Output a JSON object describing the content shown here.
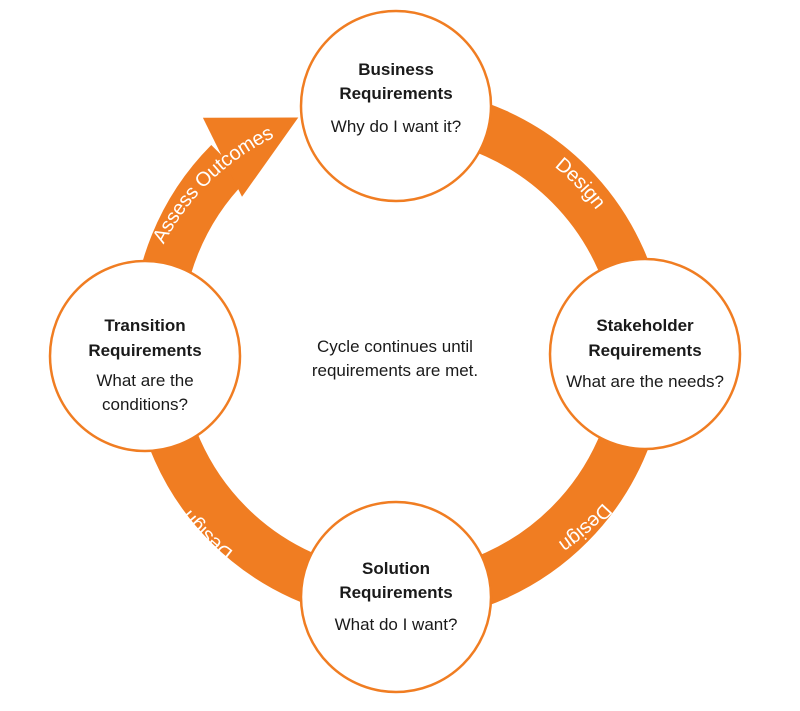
{
  "colors": {
    "ring": "#F07D22",
    "circle_stroke": "#F07D22",
    "circle_fill": "#FFFFFF",
    "text": "#1A1A1A",
    "arc_text": "#FFFFFF"
  },
  "nodes": {
    "business": {
      "title_line1": "Business",
      "title_line2": "Requirements",
      "sub_line1": "Why do I want it?"
    },
    "stakeholder": {
      "title_line1": "Stakeholder",
      "title_line2": "Requirements",
      "sub_line1": "What are the needs?"
    },
    "solution": {
      "title_line1": "Solution",
      "title_line2": "Requirements",
      "sub_line1": "What do I want?"
    },
    "transition": {
      "title_line1": "Transition",
      "title_line2": "Requirements",
      "sub_line1": "What are the",
      "sub_line2": "conditions?"
    }
  },
  "arcs": {
    "top_right": "Design",
    "bottom_right": "Design",
    "bottom_left": "Design",
    "top_left": "Assess Outcomes"
  },
  "center": {
    "line1": "Cycle continues until",
    "line2": "requirements are met."
  }
}
